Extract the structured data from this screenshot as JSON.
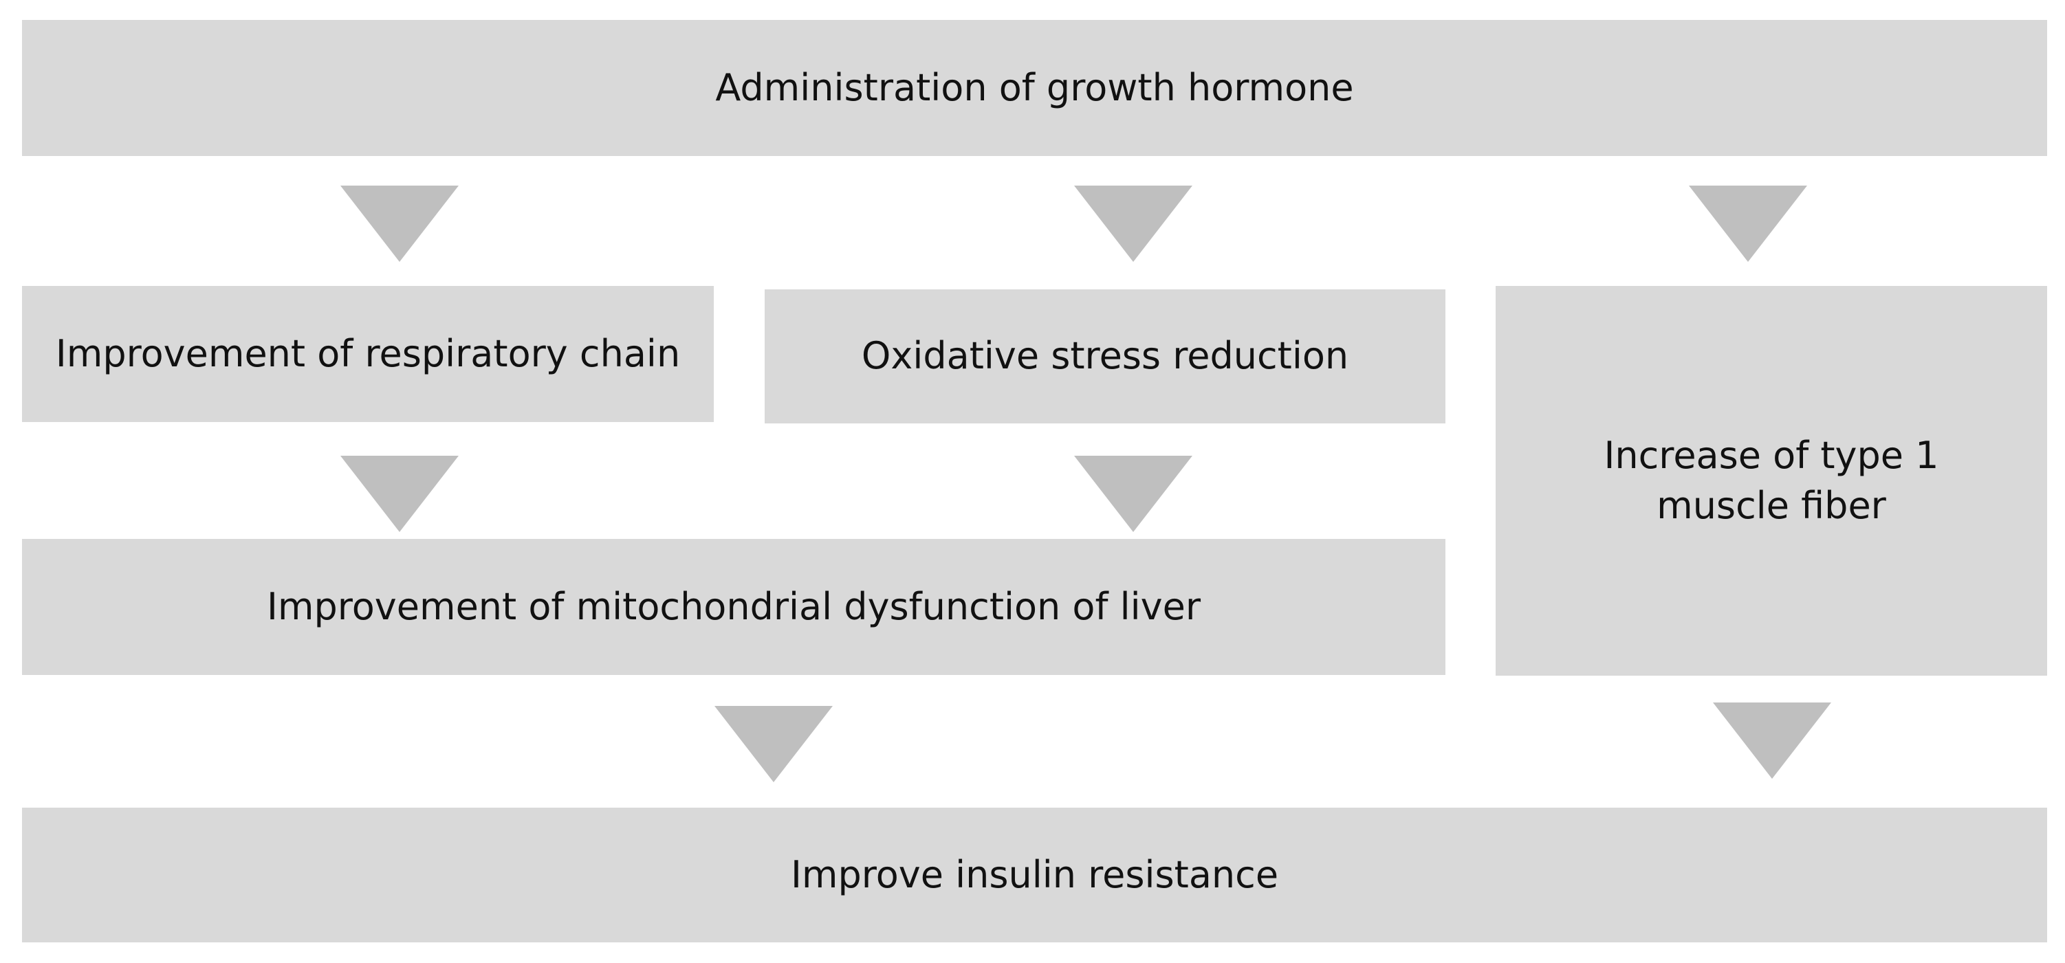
{
  "nodes": {
    "administration": "Administration of growth hormone",
    "respiratory_chain": "Improvement of respiratory chain",
    "oxidative_stress": "Oxidative stress reduction",
    "muscle_fiber_line1": "Increase of type 1",
    "muscle_fiber_line2": "muscle fiber",
    "mitochondrial": "Improvement of mitochondrial dysfunction of liver",
    "insulin": "Improve insulin resistance"
  },
  "colors": {
    "box_fill": "#d9d9d9",
    "arrow_fill": "#bfbfbf",
    "text": "#111111"
  }
}
